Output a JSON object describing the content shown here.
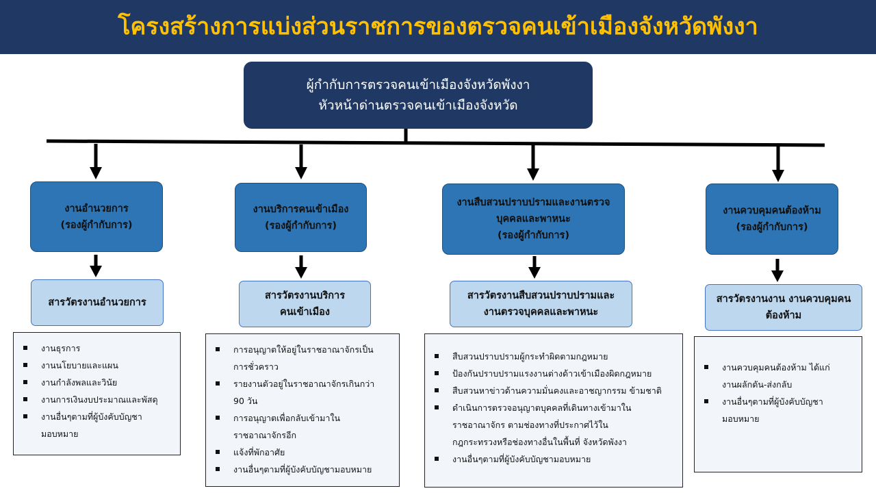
{
  "title": "โครงสร้างการแบ่งส่วนราชการของตรวจคนเข้าเมืองจังหวัดพังงา",
  "head": {
    "line1": "ผู้กำกับการตรวจคนเข้าเมืองจังหวัดพังงา",
    "line2": "หัวหน้าด่านตรวจคนเข้าเมืองจังหวัด"
  },
  "departments": [
    {
      "name_lines": [
        "งานอำนวยการ",
        "(รองผู้กำกับการ)"
      ],
      "inspector_lines": [
        "สารวัตรงานอำนวยการ"
      ],
      "duties": [
        {
          "lines": [
            "งานธุรการ"
          ]
        },
        {
          "lines": [
            "งานนโยบายและแผน"
          ]
        },
        {
          "lines": [
            "งานกำลังพลและวินัย"
          ]
        },
        {
          "lines": [
            "งานการเงินงบประมาณและพัสดุ"
          ]
        },
        {
          "lines": [
            "งานอื่นๆตามที่ผู้บังคับบัญชา",
            "มอบหมาย"
          ]
        }
      ]
    },
    {
      "name_lines": [
        "งานบริการคนเข้าเมือง",
        "(รองผู้กำกับการ)"
      ],
      "inspector_lines": [
        "สารวัตรงานบริการ",
        "คนเข้าเมือง"
      ],
      "duties": [
        {
          "lines": [
            "การอนุญาตให้อยู่ในราชอาณาจักรเป็น",
            "การชั่วคราว"
          ]
        },
        {
          "lines": [
            "รายงานตัวอยู่ในราชอาณาจักรเกินกว่า",
            "90 วัน"
          ]
        },
        {
          "lines": [
            "การอนุญาตเพื่อกลับเข้ามาใน",
            "ราชอาณาจักรอีก"
          ]
        },
        {
          "lines": [
            "แจ้งที่พักอาศัย"
          ]
        },
        {
          "lines": [
            "งานอื่นๆตามที่ผู้บังคับบัญชามอบหมาย"
          ]
        }
      ]
    },
    {
      "name_lines": [
        "งานสืบสวนปราบปรามและงานตรวจ",
        "บุคคลและพาหนะ",
        "(รองผู้กำกับการ)"
      ],
      "inspector_lines": [
        "สารวัตรงานสืบสวนปราบปรามและ",
        "งานตรวจบุคคลและพาหนะ"
      ],
      "duties": [
        {
          "lines": [
            "สืบสวนปราบปรามผู้กระทำผิดตามกฎหมาย"
          ]
        },
        {
          "lines": [
            "ป้องกันปราบปรามแรงงานต่างด้าวเข้าเมืองผิดกฎหมาย"
          ]
        },
        {
          "lines": [
            "สืบสวนหาข่าวด้านความมั่นคงและอาชญากรรม  ข้ามชาติ"
          ]
        },
        {
          "lines": [
            "ดำเนินการตรวจอนุญาตบุคคลที่เดินทางเข้ามาใน",
            "ราชอาณาจักร ตามช่องทางที่ประกาศไว้ใน",
            "กฎกระทรวงหรือช่องทางอื่นในพื้นที่  จังหวัดพังงา"
          ]
        },
        {
          "lines": [
            "งานอื่นๆตามที่ผู้บังคับบัญชามอบหมาย"
          ]
        }
      ]
    },
    {
      "name_lines": [
        "งานควบคุมคนต้องห้าม",
        "(รองผู้กำกับการ)"
      ],
      "inspector_lines": [
        "สารวัตรงานงาน งานควบคุมคน",
        "ต้องห้าม"
      ],
      "duties": [
        {
          "lines": [
            "งานควบคุมคนต้องห้าม ได้แก่",
            "งานผลักดัน-ส่งกลับ"
          ]
        },
        {
          "lines": [
            "งานอื่นๆตามที่ผู้บังคับบัญชา",
            "มอบหมาย"
          ]
        }
      ]
    }
  ]
}
